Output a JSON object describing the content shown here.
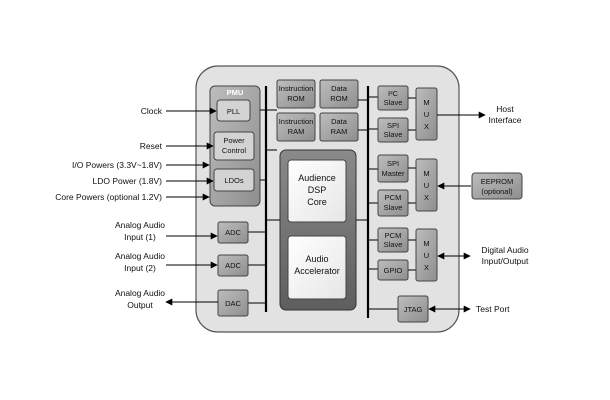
{
  "pmu": {
    "title": "PMU",
    "pll": "PLL",
    "power_control": [
      "Power",
      "Control"
    ],
    "ldos": "LDOs"
  },
  "memory": {
    "instruction_rom": [
      "Instruction",
      "ROM"
    ],
    "data_rom": [
      "Data",
      "ROM"
    ],
    "instruction_ram": [
      "Instruction",
      "RAM"
    ],
    "data_ram": [
      "Data",
      "RAM"
    ]
  },
  "core": {
    "dsp": [
      "Audience",
      "DSP",
      "Core"
    ],
    "accelerator": [
      "Audio",
      "Accelerator"
    ]
  },
  "converters": {
    "adc1": "ADC",
    "adc2": "ADC",
    "dac": "DAC"
  },
  "interfaces": {
    "i2c_slave": [
      "I²C",
      "Slave"
    ],
    "spi_slave": [
      "SPI",
      "Slave"
    ],
    "spi_master": [
      "SPI",
      "Master"
    ],
    "pcm_slave_1": [
      "PCM",
      "Slave"
    ],
    "pcm_slave_2": [
      "PCM",
      "Slave"
    ],
    "gpio": "GPIO",
    "jtag": "JTAG",
    "mux_letters": [
      "M",
      "U",
      "X"
    ]
  },
  "external": {
    "eeprom": [
      "EEPROM",
      "(optional)"
    ]
  },
  "signals_left": {
    "clock": "Clock",
    "reset": "Reset",
    "io_powers": "I/O Powers (3.3V~1.8V)",
    "ldo_power": "LDO Power (1.8V)",
    "core_powers": "Core Powers (optional 1.2V)",
    "analog_in_1": [
      "Analog Audio",
      "Input (1)"
    ],
    "analog_in_2": [
      "Analog Audio",
      "Input (2)"
    ],
    "analog_out": [
      "Analog Audio",
      "Output"
    ]
  },
  "signals_right": {
    "host": [
      "Host",
      "Interface"
    ],
    "digital_audio": [
      "Digital Audio",
      "Input/Output"
    ],
    "test_port": "Test Port"
  }
}
